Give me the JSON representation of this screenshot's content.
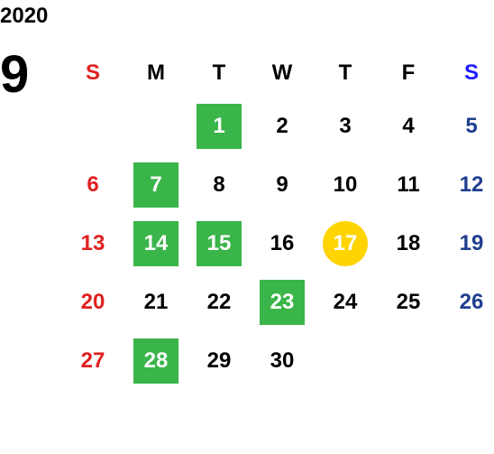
{
  "calendar": {
    "year": "2020",
    "month": "9",
    "weekdays": [
      "S",
      "M",
      "T",
      "W",
      "T",
      "F",
      "S"
    ],
    "weeks": [
      [
        "",
        "",
        "1",
        "2",
        "3",
        "4",
        "5"
      ],
      [
        "6",
        "7",
        "8",
        "9",
        "10",
        "11",
        "12"
      ],
      [
        "13",
        "14",
        "15",
        "16",
        "17",
        "18",
        "19"
      ],
      [
        "20",
        "21",
        "22",
        "23",
        "24",
        "25",
        "26"
      ],
      [
        "27",
        "28",
        "29",
        "30",
        "",
        "",
        ""
      ]
    ],
    "highlighted_days": [
      "1",
      "7",
      "14",
      "15",
      "23",
      "28"
    ],
    "today": "17",
    "colors": {
      "highlight": "#3ab54a",
      "today": "#ffd400",
      "sunday": "#e02020",
      "saturday": "#1f3e8f",
      "saturday_header": "#1c1cff"
    }
  }
}
